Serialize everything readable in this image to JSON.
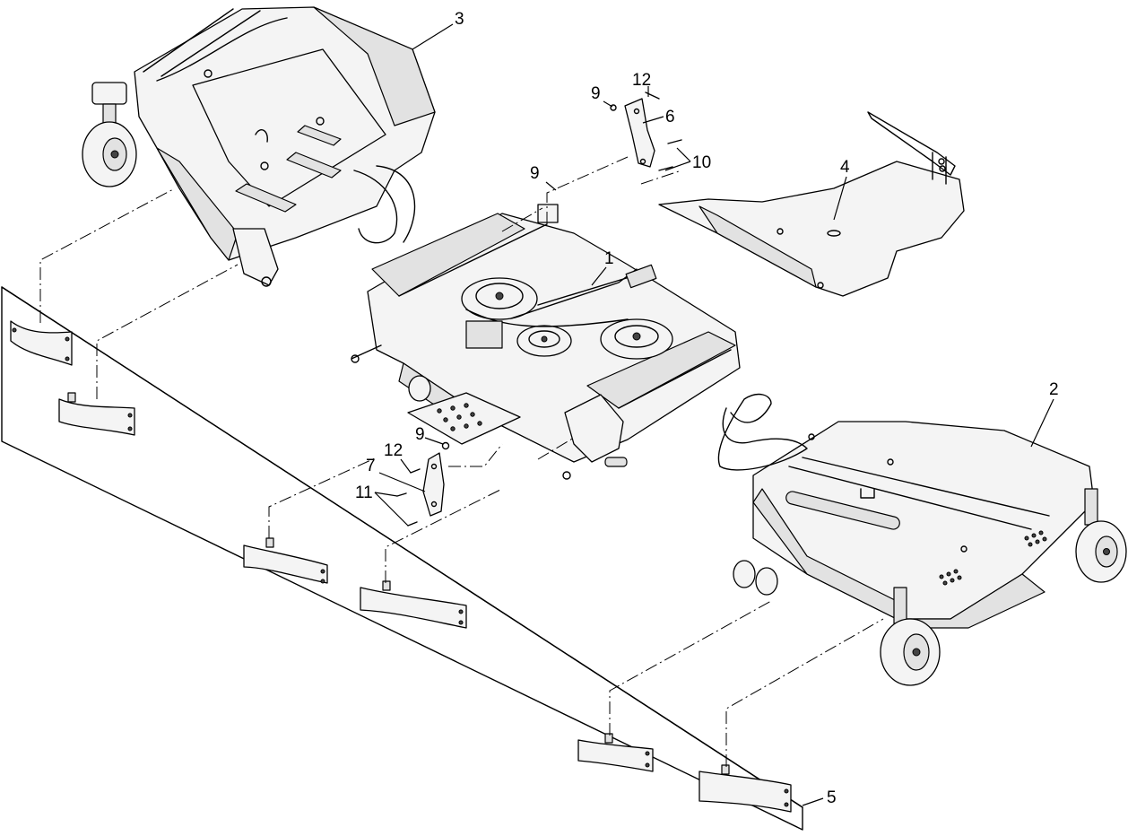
{
  "callouts": [
    {
      "id": "c3",
      "text": "3"
    },
    {
      "id": "c12a",
      "text": "12"
    },
    {
      "id": "c9a",
      "text": "9"
    },
    {
      "id": "c6",
      "text": "6"
    },
    {
      "id": "c10",
      "text": "10"
    },
    {
      "id": "c4",
      "text": "4"
    },
    {
      "id": "c9b",
      "text": "9"
    },
    {
      "id": "c1",
      "text": "1"
    },
    {
      "id": "c2",
      "text": "2"
    },
    {
      "id": "c9c",
      "text": "9"
    },
    {
      "id": "c12b",
      "text": "12"
    },
    {
      "id": "c7",
      "text": "7"
    },
    {
      "id": "c11",
      "text": "11"
    },
    {
      "id": "c5",
      "text": "5"
    }
  ]
}
